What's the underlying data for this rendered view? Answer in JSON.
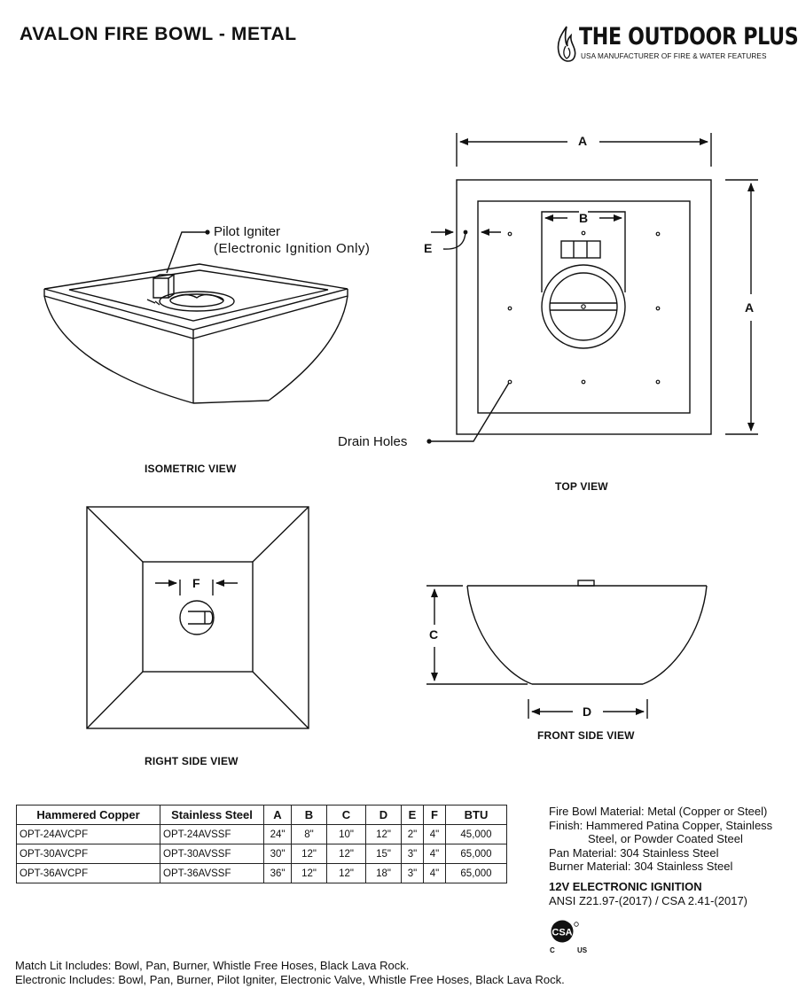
{
  "header": {
    "title": "AVALON FIRE BOWL - METAL",
    "brand_name": "THE OUTDOOR PLUS",
    "brand_tagline": "USA MANUFACTURER OF FIRE & WATER FEATURES",
    "brand_icon": "flame-icon"
  },
  "callouts": {
    "pilot_igniter": "Pilot Igniter",
    "pilot_igniter_note": "(Electronic Ignition Only)",
    "drain_holes": "Drain Holes"
  },
  "views": {
    "isometric": "ISOMETRIC VIEW",
    "top": "TOP VIEW",
    "right_side": "RIGHT SIDE VIEW",
    "front_side": "FRONT SIDE VIEW"
  },
  "dimensions": {
    "a_top": "A",
    "a_side": "A",
    "b": "B",
    "c": "C",
    "d": "D",
    "e": "E",
    "f": "F"
  },
  "table": {
    "headers": [
      "Hammered Copper",
      "Stainless Steel",
      "A",
      "B",
      "C",
      "D",
      "E",
      "F",
      "BTU"
    ],
    "rows": [
      [
        "OPT-24AVCPF",
        "OPT-24AVSSF",
        "24\"",
        "8\"",
        "10\"",
        "12\"",
        "2\"",
        "4\"",
        "45,000"
      ],
      [
        "OPT-30AVCPF",
        "OPT-30AVSSF",
        "30\"",
        "12\"",
        "12\"",
        "15\"",
        "3\"",
        "4\"",
        "65,000"
      ],
      [
        "OPT-36AVCPF",
        "OPT-36AVSSF",
        "36\"",
        "12\"",
        "12\"",
        "18\"",
        "3\"",
        "4\"",
        "65,000"
      ]
    ]
  },
  "materials": {
    "bowl": "Fire Bowl Material: Metal (Copper or Steel)",
    "finish_line1": "Finish: Hammered Patina Copper, Stainless",
    "finish_line2": "Steel, or Powder Coated Steel",
    "pan": "Pan Material: 304 Stainless Steel",
    "burner": "Burner Material: 304 Stainless Steel"
  },
  "ignition": {
    "title": "12V ELECTRONIC IGNITION",
    "standard": "ANSI Z21.97-(2017) / CSA 2.41-(2017)"
  },
  "certification": {
    "mark": "CSA",
    "left_mark": "C",
    "right_mark": "US",
    "icon": "csa-certification-icon"
  },
  "notes": {
    "match_lit": "Match Lit Includes: Bowl, Pan, Burner, Whistle Free Hoses, Black Lava Rock.",
    "electronic": "Electronic Includes: Bowl, Pan, Burner, Pilot Igniter, Electronic Valve, Whistle Free Hoses, Black Lava Rock."
  }
}
